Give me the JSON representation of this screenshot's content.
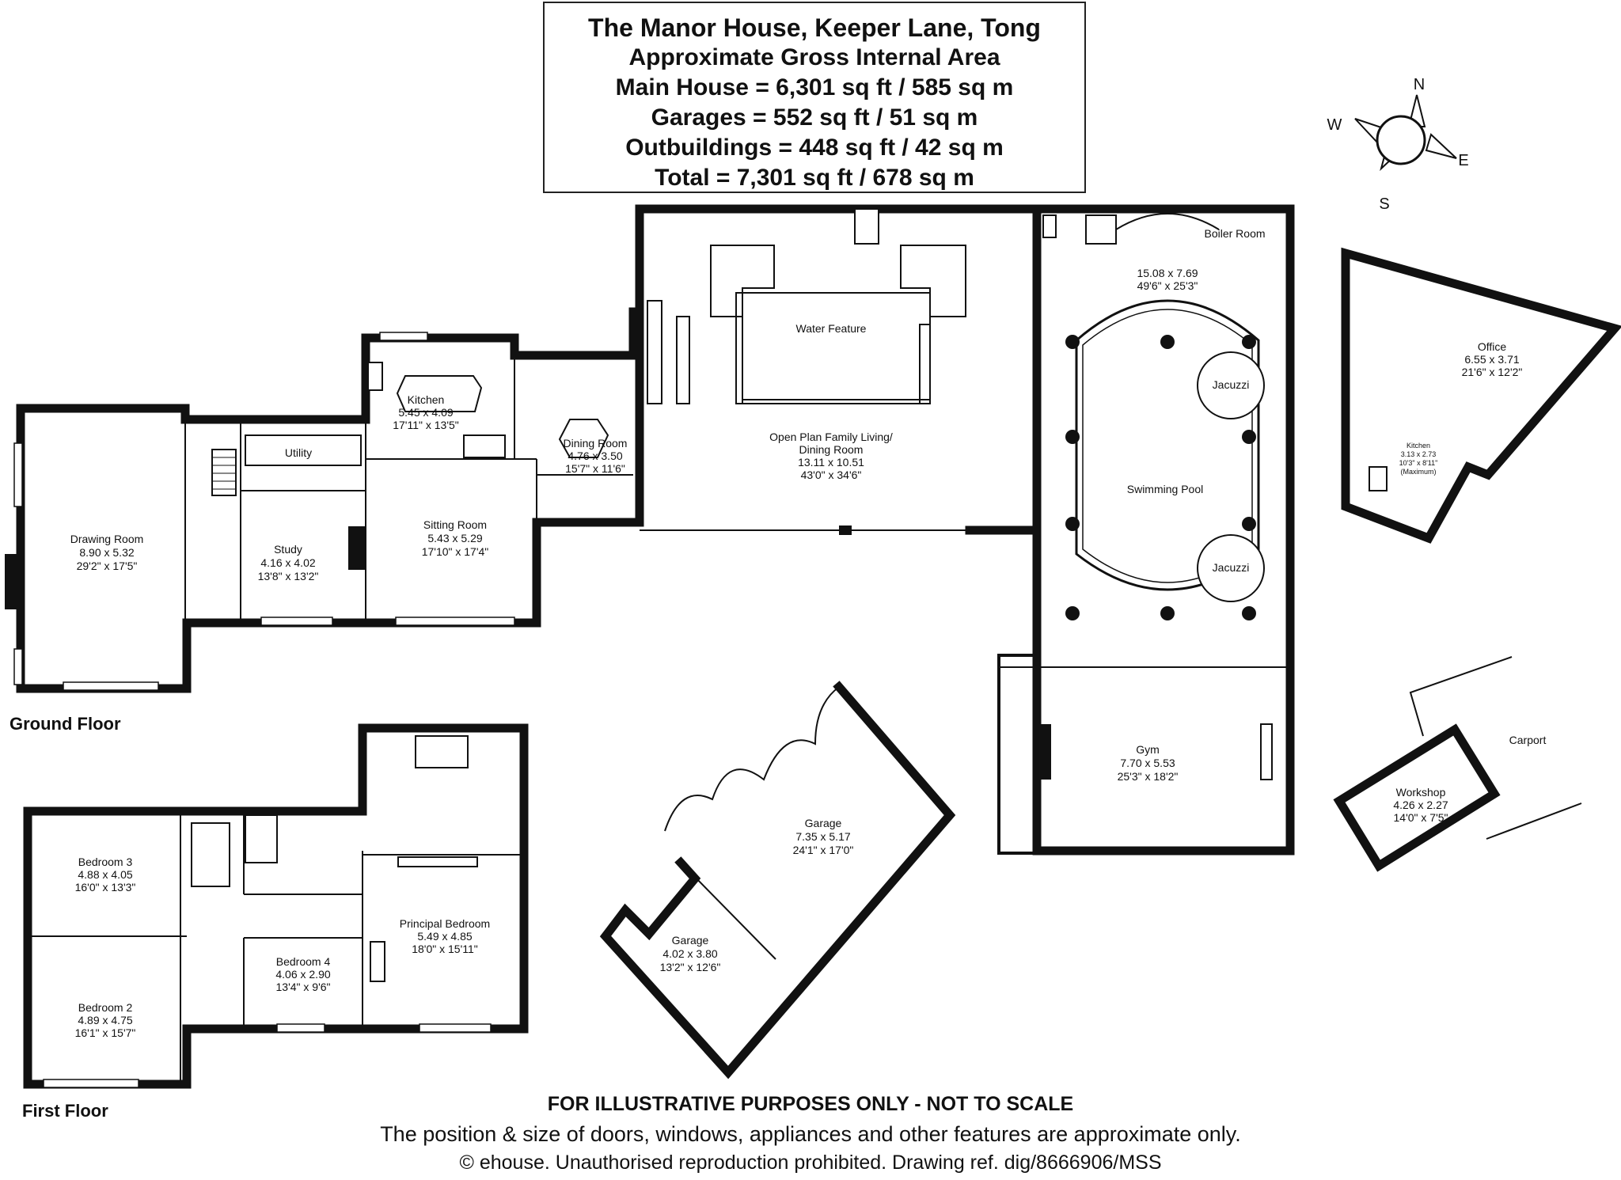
{
  "header": {
    "title": "The Manor House, Keeper Lane, Tong",
    "subtitle": "Approximate Gross Internal Area",
    "main_house": "Main House = 6,301 sq ft / 585 sq m",
    "garages": "Garages = 552 sq ft / 51 sq m",
    "outbuildings": "Outbuildings = 448 sq ft / 42 sq m",
    "total": "Total = 7,301 sq ft / 678 sq m"
  },
  "compass": {
    "n": "N",
    "e": "E",
    "s": "S",
    "w": "W"
  },
  "floors": {
    "ground": "Ground Floor",
    "first": "First Floor"
  },
  "rooms": {
    "drawing": {
      "name": "Drawing Room",
      "metric": "8.90 x 5.32",
      "imperial": "29'2\" x 17'5\""
    },
    "utility": {
      "name": "Utility"
    },
    "study": {
      "name": "Study",
      "metric": "4.16 x 4.02",
      "imperial": "13'8\" x 13'2\""
    },
    "kitchen": {
      "name": "Kitchen",
      "metric": "5.45 x 4.09",
      "imperial": "17'11\" x 13'5\""
    },
    "sitting": {
      "name": "Sitting Room",
      "metric": "5.43 x 5.29",
      "imperial": "17'10\" x 17'4\""
    },
    "dining": {
      "name": "Dining Room",
      "metric": "4.76 x 3.50",
      "imperial": "15'7\" x 11'6\""
    },
    "water": {
      "name": "Water Feature"
    },
    "family": {
      "name1": "Open Plan Family Living/",
      "name2": "Dining Room",
      "metric": "13.11 x 10.51",
      "imperial": "43'0\" x 34'6\""
    },
    "boiler": {
      "name": "Boiler Room"
    },
    "pool_hall": {
      "metric": "15.08 x 7.69",
      "imperial": "49'6\" x 25'3\""
    },
    "jacuzzi": {
      "name": "Jacuzzi"
    },
    "pool": {
      "name": "Swimming Pool"
    },
    "gym": {
      "name": "Gym",
      "metric": "7.70 x 5.53",
      "imperial": "25'3\" x 18'2\""
    },
    "garage1": {
      "name": "Garage",
      "metric": "7.35 x 5.17",
      "imperial": "24'1\" x 17'0\""
    },
    "garage2": {
      "name": "Garage",
      "metric": "4.02 x 3.80",
      "imperial": "13'2\" x 12'6\""
    },
    "office": {
      "name": "Office",
      "metric": "6.55 x 3.71",
      "imperial": "21'6\" x 12'2\""
    },
    "office_kitchen": {
      "name": "Kitchen",
      "metric": "3.13 x 2.73",
      "imperial": "10'3\" x 8'11\"",
      "note": "(Maximum)"
    },
    "workshop": {
      "name": "Workshop",
      "metric": "4.26 x 2.27",
      "imperial": "14'0\" x 7'5\""
    },
    "carport": {
      "name": "Carport"
    },
    "bed3": {
      "name": "Bedroom 3",
      "metric": "4.88 x 4.05",
      "imperial": "16'0\" x 13'3\""
    },
    "bed2": {
      "name": "Bedroom 2",
      "metric": "4.89 x 4.75",
      "imperial": "16'1\" x 15'7\""
    },
    "bed4": {
      "name": "Bedroom 4",
      "metric": "4.06 x 2.90",
      "imperial": "13'4\" x 9'6\""
    },
    "principal": {
      "name": "Principal Bedroom",
      "metric": "5.49 x 4.85",
      "imperial": "18'0\" x 15'11\""
    }
  },
  "footer": {
    "disclaimer": "FOR ILLUSTRATIVE PURPOSES ONLY - NOT TO SCALE",
    "note": "The position & size of doors, windows, appliances and other features are approximate only.",
    "copyright": "© ehouse. Unauthorised reproduction prohibited. Drawing ref. dig/8666906/MSS"
  }
}
